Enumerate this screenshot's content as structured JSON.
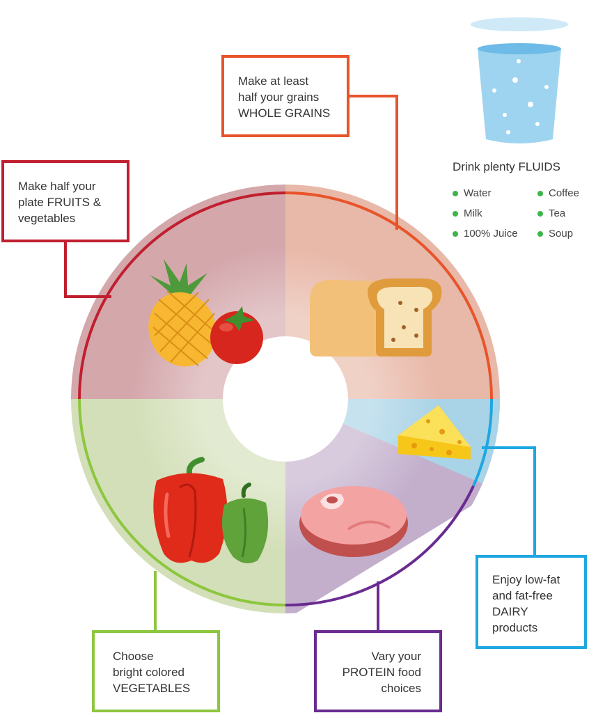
{
  "labels": {
    "grains": [
      "Make at least",
      "half your grains",
      "WHOLE GRAINS"
    ],
    "fruits": [
      "Make half your",
      "plate FRUITS &",
      "vegetables"
    ],
    "vegetables": [
      "Choose",
      "bright colored",
      "VEGETABLES"
    ],
    "protein": [
      "Vary your",
      "PROTEIN food",
      "choices"
    ],
    "dairy": [
      "Enjoy low-fat",
      "and fat-free",
      "DAIRY",
      "products"
    ]
  },
  "fluids": {
    "title": "Drink plenty FLUIDS",
    "items": [
      "Water",
      "Coffee",
      "Milk",
      "Tea",
      "100% Juice",
      "Soup"
    ]
  },
  "colors": {
    "grains": "#E8542A",
    "fruits": "#C01F2F",
    "vegetables": "#8DC63F",
    "protein": "#6A2C91",
    "dairy": "#1EA7E1",
    "bullet": "#3DB54A"
  },
  "icons": [
    "pineapple-icon",
    "tomato-icon",
    "bread-icon",
    "cheese-icon",
    "steak-icon",
    "red-pepper-icon",
    "green-pepper-icon",
    "water-glass-icon"
  ]
}
